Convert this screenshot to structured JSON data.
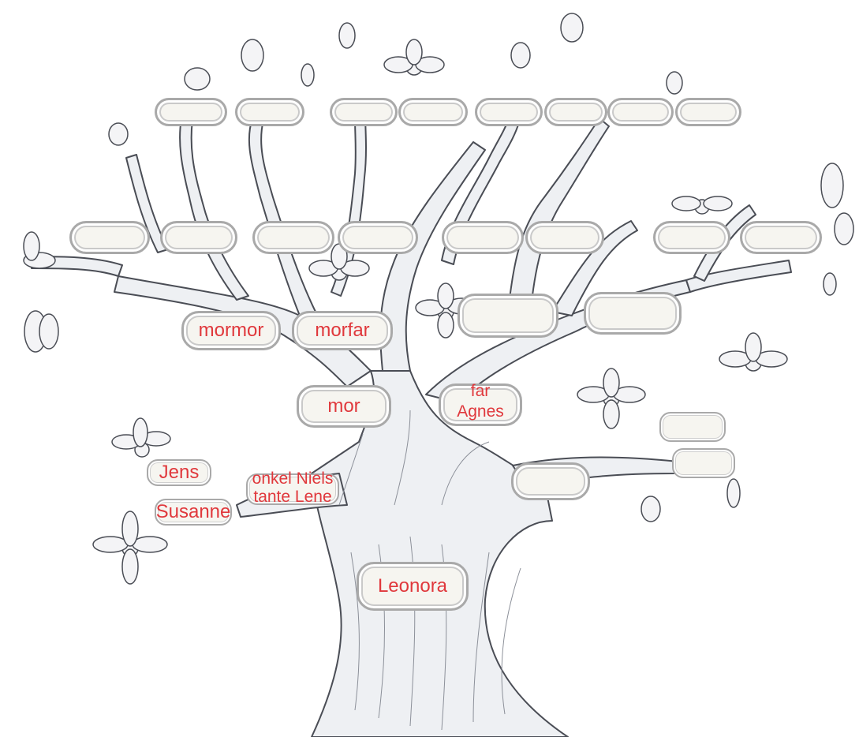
{
  "colors": {
    "label": "#e0383c",
    "trunk_fill": "#eef0f3",
    "trunk_stroke": "#4a4d55",
    "plate_fill": "#f6f5f0",
    "plate_border": "#a9a9a9"
  },
  "labels": {
    "mormor": "mormor",
    "morfar": "morfar",
    "mor": "mor",
    "far": "far",
    "agnes": "Agnes",
    "jens": "Jens",
    "susanne": "Susanne",
    "onkel_niels": "onkel Niels",
    "tante_lene": "tante Lene",
    "leonora": "Leonora"
  }
}
